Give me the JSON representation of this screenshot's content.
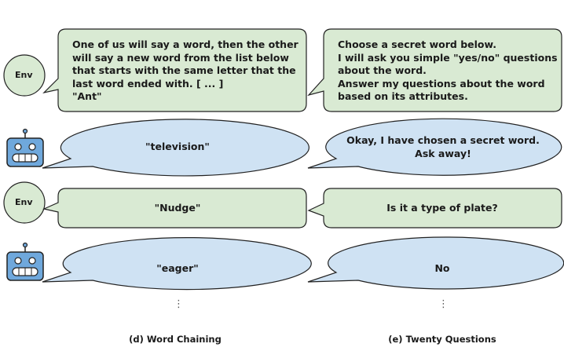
{
  "colors": {
    "env_fill": "#d9ead3",
    "agent_fill": "#cfe2f3",
    "robot_fill": "#6fa8dc",
    "stroke": "#222222"
  },
  "icons": {
    "env": "env-circle-icon",
    "agent": "robot-icon"
  },
  "left": {
    "env_label_1": "Env",
    "env_label_2": "Env",
    "env_prompt": "One of us will say a word, then the other will say a new word from the list below that starts with the same letter that the last word ended with. [ ... ]\n\"Ant\"",
    "agent_reply_1": "\"television\"",
    "env_reply": "\"Nudge\"",
    "agent_reply_2": "\"eager\"",
    "ellipsis": "⋮",
    "caption": "(d) Word Chaining"
  },
  "right": {
    "env_prompt": "Choose a secret word below.\nI will ask you simple \"yes/no\" questions about the word.\nAnswer my questions about the word based on its attributes.",
    "agent_reply_1": "Okay, I have chosen a secret word. Ask away!",
    "env_question": "Is it a type of plate?",
    "agent_reply_2": "No",
    "ellipsis": "⋮",
    "caption": "(e) Twenty Questions"
  }
}
